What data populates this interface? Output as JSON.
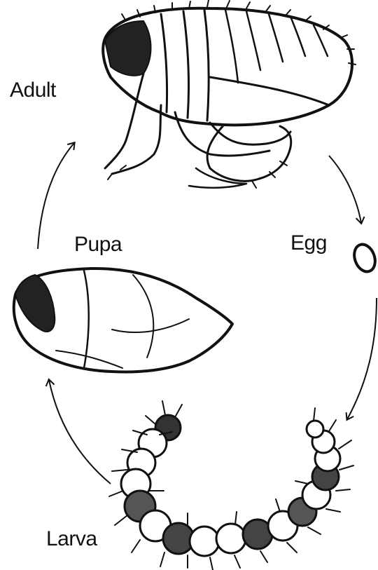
{
  "diagram": {
    "stages": {
      "adult": "Adult",
      "egg": "Egg",
      "larva": "Larva",
      "pupa": "Pupa"
    },
    "ink_color": "#111111",
    "background_color": "#ffffff"
  }
}
